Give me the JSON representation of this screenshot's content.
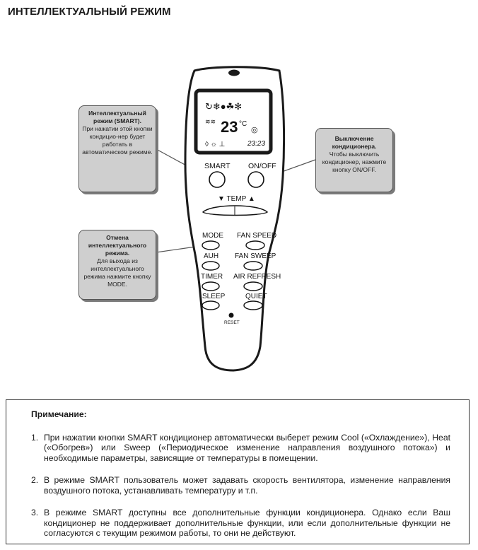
{
  "page_title": "ИНТЕЛЛЕКТУАЛЬНЫЙ РЕЖИМ",
  "remote": {
    "display_temp": "23",
    "display_unit": "°C",
    "display_clock": "23:23",
    "buttons": {
      "smart": "SMART",
      "onoff": "ON/OFF",
      "temp": "TEMP",
      "mode": "MODE",
      "fan_speed": "FAN SPEED",
      "auh": "AUH",
      "fan_sweep": "FAN SWEEP",
      "timer": "TIMER",
      "air_refresh": "AIR REFRESH",
      "sleep": "SLEEP",
      "quiet": "QUIET",
      "reset": "RESET"
    }
  },
  "callouts": {
    "smart": {
      "title": "Интеллектуальный режим (SMART).",
      "body": "При нажатии этой кнопки кондицио-нер будет работать в автоматическом режиме."
    },
    "onoff": {
      "title": "Выключение кондиционера.",
      "body": "Чтобы выключить кондиционер, нажмите кнопку ON/OFF."
    },
    "cancel": {
      "title": "Отмена интеллектуального режима.",
      "body": "Для выхода из интеллектуального режима нажмите кнопку MODE."
    }
  },
  "note": {
    "title": "Примечание:",
    "items": [
      {
        "num": "1.",
        "text": "При нажатии кнопки SMART кондиционер автоматически выберет режим Cool («Охлаждение»), Heat («Обогрев») или Sweep («Периодическое изменение направления воздушного потока») и необходимые параметры, зависящие от температуры в помещении."
      },
      {
        "num": "2.",
        "text": "В режиме SMART пользователь может задавать скорость вентилятора, изменение направления воздушного потока, устанавливать температуру и т.п."
      },
      {
        "num": "3.",
        "text": "В режиме SMART доступны все дополнительные функции кондиционера. Однако если Ваш кондиционер не поддерживает дополнительные функции, или если дополнительные функции не согласуются с текущим режимом работы, то они не действуют."
      }
    ]
  }
}
